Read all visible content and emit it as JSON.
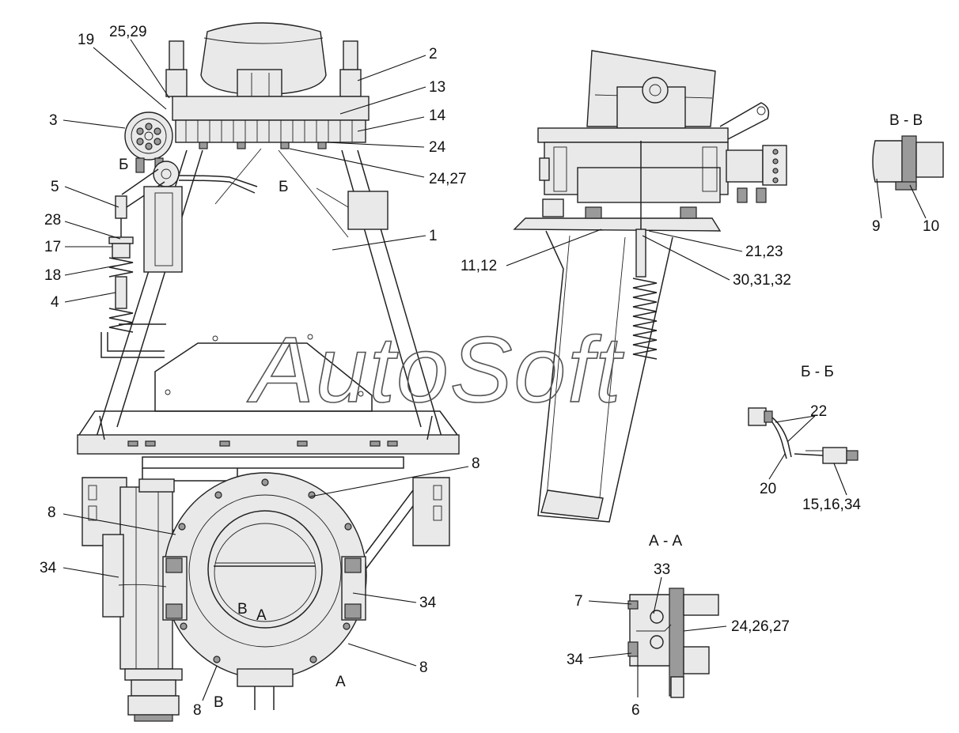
{
  "watermark": "AutoSoft",
  "section_titles": {
    "v_v": "В - В",
    "b_b": "Б - Б",
    "a_a": "А - А"
  },
  "callouts": {
    "c19": "19",
    "c25_29": "25,29",
    "c2": "2",
    "c13": "13",
    "c3": "3",
    "c14": "14",
    "c24": "24",
    "c24_27": "24,27",
    "c5": "5",
    "c28": "28",
    "c17": "17",
    "c18": "18",
    "c4": "4",
    "c1": "1",
    "c11_12": "11,12",
    "c21_23": "21,23",
    "c30_31_32": "30,31,32",
    "c9": "9",
    "c10": "10",
    "c22": "22",
    "c20": "20",
    "c15_16_34": "15,16,34",
    "c8_top": "8",
    "c8_left": "8",
    "c34_left": "34",
    "c34_right": "34",
    "c8_right": "8",
    "c8_bottom": "8",
    "c33": "33",
    "c7": "7",
    "c24_26_27": "24,26,27",
    "c34_aa": "34",
    "c6": "6"
  },
  "cut_marks": {
    "b_left": "Б",
    "b_right": "Б",
    "v_upper": "В",
    "a_upper": "А",
    "a_lower": "А",
    "v_lower": "В"
  }
}
